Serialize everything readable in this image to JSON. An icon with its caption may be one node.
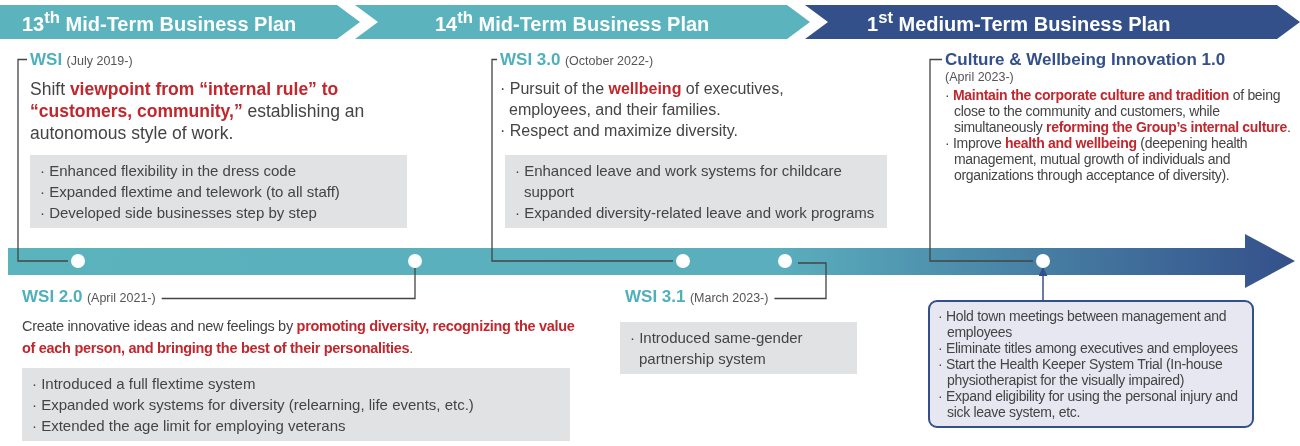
{
  "diagram": {
    "nodes": [
      {
        "text": [
          "13$^{th}$ Mid-Term Business Plan"
        ]
      },
      {
        "text": [
          "14$^{th}$ Mid-Term Business Plan"
        ]
      },
      {
        "text": [
          "1$^{st}$ Medium-Term Business Plan"
        ]
      },
      {
        "text": [
          "WSI",
          "(July 2019-)",
          "Shift **viewpoint from “internal rule” to “customers, community,”** establishing an autonomous style of work."
        ]
      },
      {
        "text": [
          "· Enhanced flexibility in the dress code",
          "· Expanded flextime and telework (to all staff)",
          "· Developed side businesses step by step"
        ]
      },
      {
        "text": [
          "WSI 2.0",
          "(April 2021-)",
          "Create innovative ideas and new feelings by **promoting diversity, recognizing the value of each person, and bringing the best of their personalities**."
        ]
      },
      {
        "text": [
          "· Introduced a full flextime system",
          "· Expanded work systems for diversity (relearning, life events, etc.)",
          "· Extended the age limit for employing veterans"
        ]
      },
      {
        "text": [
          "WSI 3.0",
          "(October 2022-)",
          "· Pursuit of the **wellbeing** of executives, employees, and their families.",
          "· Respect and maximize diversity."
        ]
      },
      {
        "text": [
          "· Enhanced leave and work systems for childcare support",
          "· Expanded diversity-related leave and work programs"
        ]
      },
      {
        "text": [
          "WSI 3.1",
          "(March 2023-)"
        ]
      },
      {
        "text": [
          "· Introduced same-gender partnership system"
        ]
      },
      {
        "text": [
          "Culture & Wellbeing Innovation 1.0",
          "(April 2023-)",
          "· **Maintain the corporate culture and tradition** of being close to the community and customers, while simultaneously **reforming the Group’s internal culture**.",
          "· Improve **health and wellbeing** (deepening health management, mutual growth of individuals and organizations through acceptance of diversity)."
        ]
      },
      {
        "text": [
          "· Hold town meetings between management and employees",
          "· Eliminate titles among executives and employees",
          "· Start the Health Keeper System Trial (In-house physiotherapist for the visually impaired)",
          "· Expand eligibility for using the personal injury and sick leave system, etc."
        ]
      },
      {
        "text": [],
        "shape": "arrow"
      },
      {
        "text": [],
        "shape": "circle",
        "in": 13
      },
      {
        "text": [],
        "shape": "circle",
        "in": 13
      },
      {
        "text": [],
        "shape": "circle",
        "in": 13
      },
      {
        "text": [],
        "shape": "circle",
        "in": 13
      },
      {
        "text": [],
        "shape": "circle",
        "in": 13
      }
    ],
    "edges": [
      {
        "from": 3,
        "to": 14,
        "arrow": "none"
      },
      {
        "from": 5,
        "to": 15,
        "arrow": "none"
      },
      {
        "from": 7,
        "to": 16,
        "arrow": "none"
      },
      {
        "from": 9,
        "to": 17,
        "arrow": "none"
      },
      {
        "from": 11,
        "to": 18,
        "arrow": "none"
      },
      {
        "from": 12,
        "to": 18,
        "arrow": "to"
      }
    ]
  }
}
